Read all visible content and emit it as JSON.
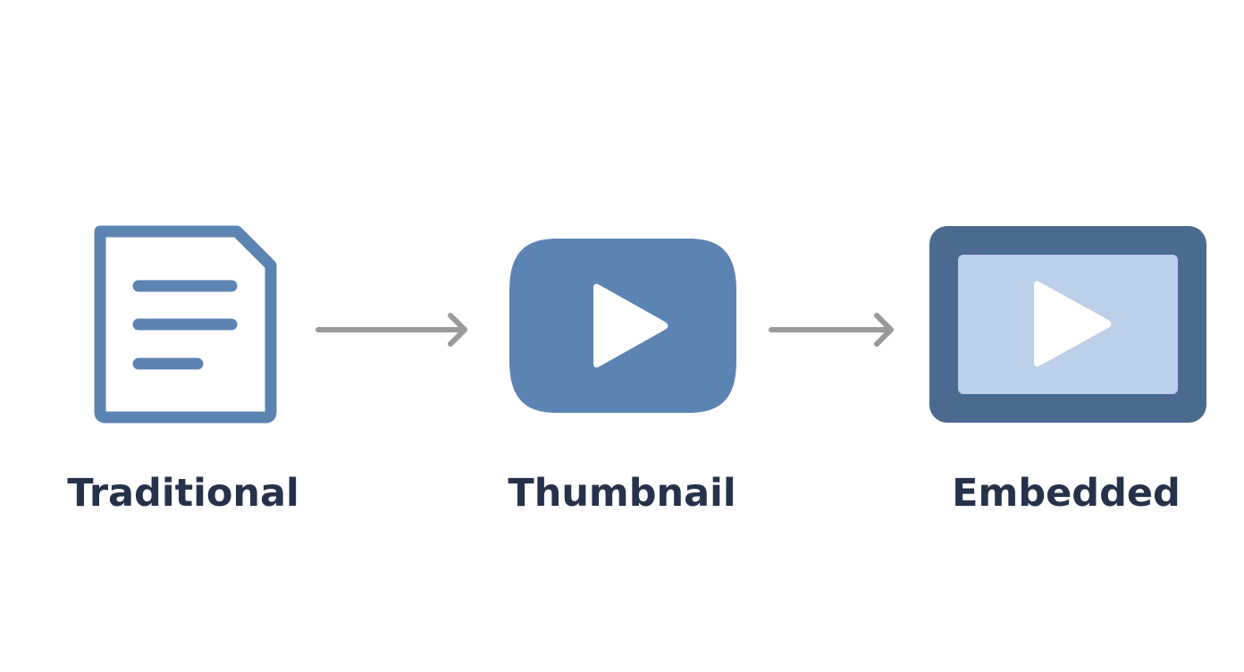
{
  "stages": [
    {
      "label": "Traditional",
      "icon": "document-icon"
    },
    {
      "label": "Thumbnail",
      "icon": "video-play-icon"
    },
    {
      "label": "Embedded",
      "icon": "embedded-player-icon"
    }
  ],
  "connectors": [
    "arrow-right-icon",
    "arrow-right-icon"
  ],
  "colors": {
    "primary_blue": "#5c84b3",
    "dark_blue": "#4b6a8f",
    "light_blue": "#bccfe8",
    "arrow_gray": "#9a9a9a",
    "label_text": "#25324a",
    "background": "#ffffff"
  }
}
